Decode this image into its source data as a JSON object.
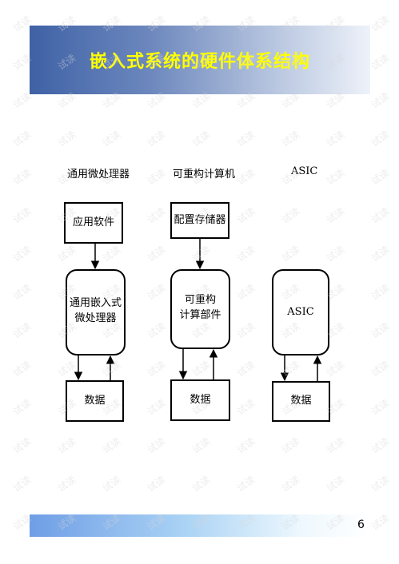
{
  "slide": {
    "title": "嵌入式系统的硬件体系结构",
    "page_number": "6",
    "watermark_text": "试读"
  },
  "columns": [
    {
      "label": "通用微处理器",
      "top_box": "应用软件",
      "core_line1": "通用嵌入式",
      "core_line2": "微处理器",
      "bottom_box": "数据"
    },
    {
      "label": "可重构计算机",
      "top_box": "配置存储器",
      "core_line1": "可重构",
      "core_line2": "计算部件",
      "bottom_box": "数据"
    },
    {
      "label": "ASIC",
      "core_line1": "ASIC",
      "bottom_box": "数据"
    }
  ],
  "colors": {
    "title_text": "#ffff00",
    "title_bar_start": "#3f62a6",
    "footer_bar_start": "#6f9ee6"
  }
}
